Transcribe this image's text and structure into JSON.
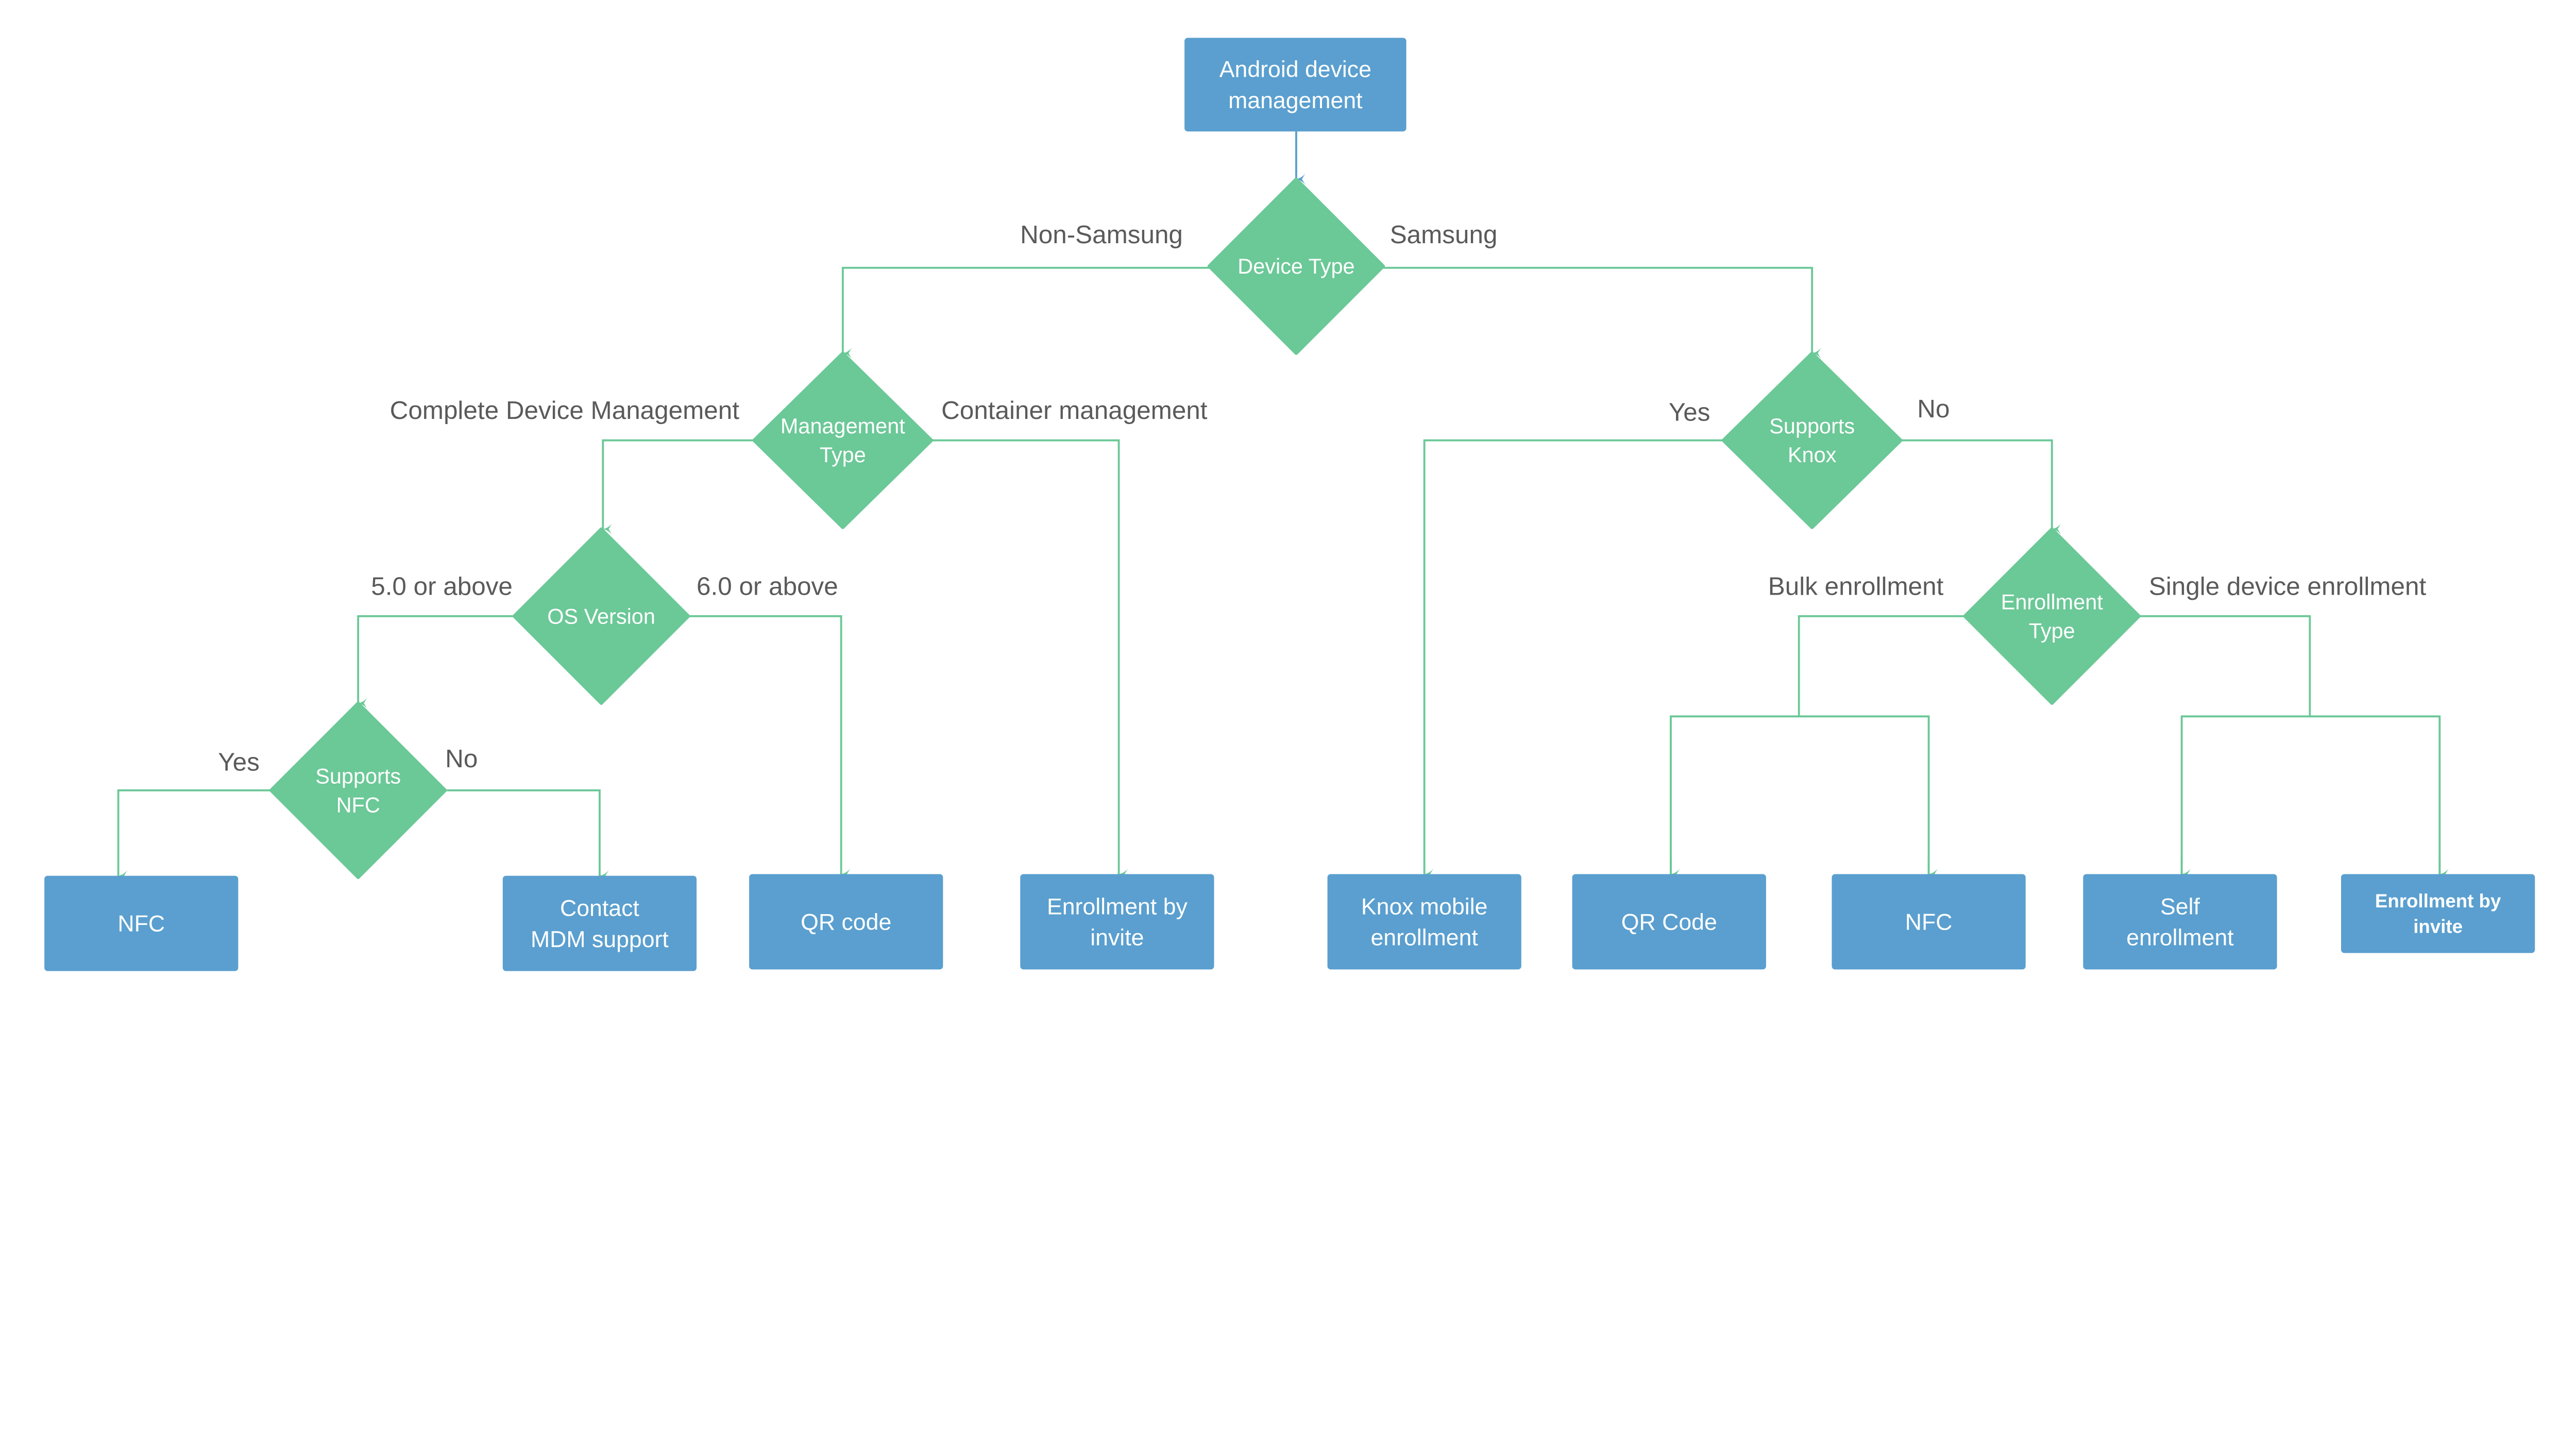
{
  "colors": {
    "process_box": "#5A9FCF",
    "decision": "#6BC897",
    "connector_green": "#6BC897",
    "connector_blue": "#5A9FCF",
    "label_text": "#5A5A5A"
  },
  "nodes": {
    "root": {
      "lines": [
        "Android device",
        "management"
      ]
    },
    "device_type": {
      "lines": [
        "Device Type"
      ]
    },
    "management_type": {
      "lines": [
        "Management",
        "Type"
      ]
    },
    "os_version": {
      "lines": [
        "OS Version"
      ]
    },
    "supports_nfc": {
      "lines": [
        "Supports",
        "NFC"
      ]
    },
    "supports_knox": {
      "lines": [
        "Supports",
        "Knox"
      ]
    },
    "enrollment_type": {
      "lines": [
        "Enrollment",
        "Type"
      ]
    },
    "nfc_left": {
      "lines": [
        "NFC"
      ]
    },
    "contact_mdm": {
      "lines": [
        "Contact",
        "MDM support"
      ]
    },
    "qr_left": {
      "lines": [
        "QR code"
      ]
    },
    "invite_left": {
      "lines": [
        "Enrollment by",
        "invite"
      ]
    },
    "knox_mobile": {
      "lines": [
        "Knox mobile",
        "enrollment"
      ]
    },
    "qr_right": {
      "lines": [
        "QR Code"
      ]
    },
    "nfc_right": {
      "lines": [
        "NFC"
      ]
    },
    "self_enroll": {
      "lines": [
        "Self",
        "enrollment"
      ]
    },
    "invite_right": {
      "lines": [
        "Enrollment by",
        "invite"
      ]
    }
  },
  "edge_labels": {
    "non_samsung": "Non-Samsung",
    "samsung": "Samsung",
    "complete_device_mgmt": "Complete Device Management",
    "container_mgmt": "Container management",
    "os_5": "5.0 or above",
    "os_6": "6.0 or above",
    "nfc_yes": "Yes",
    "nfc_no": "No",
    "knox_yes": "Yes",
    "knox_no": "No",
    "bulk": "Bulk enrollment",
    "single": "Single device enrollment"
  }
}
